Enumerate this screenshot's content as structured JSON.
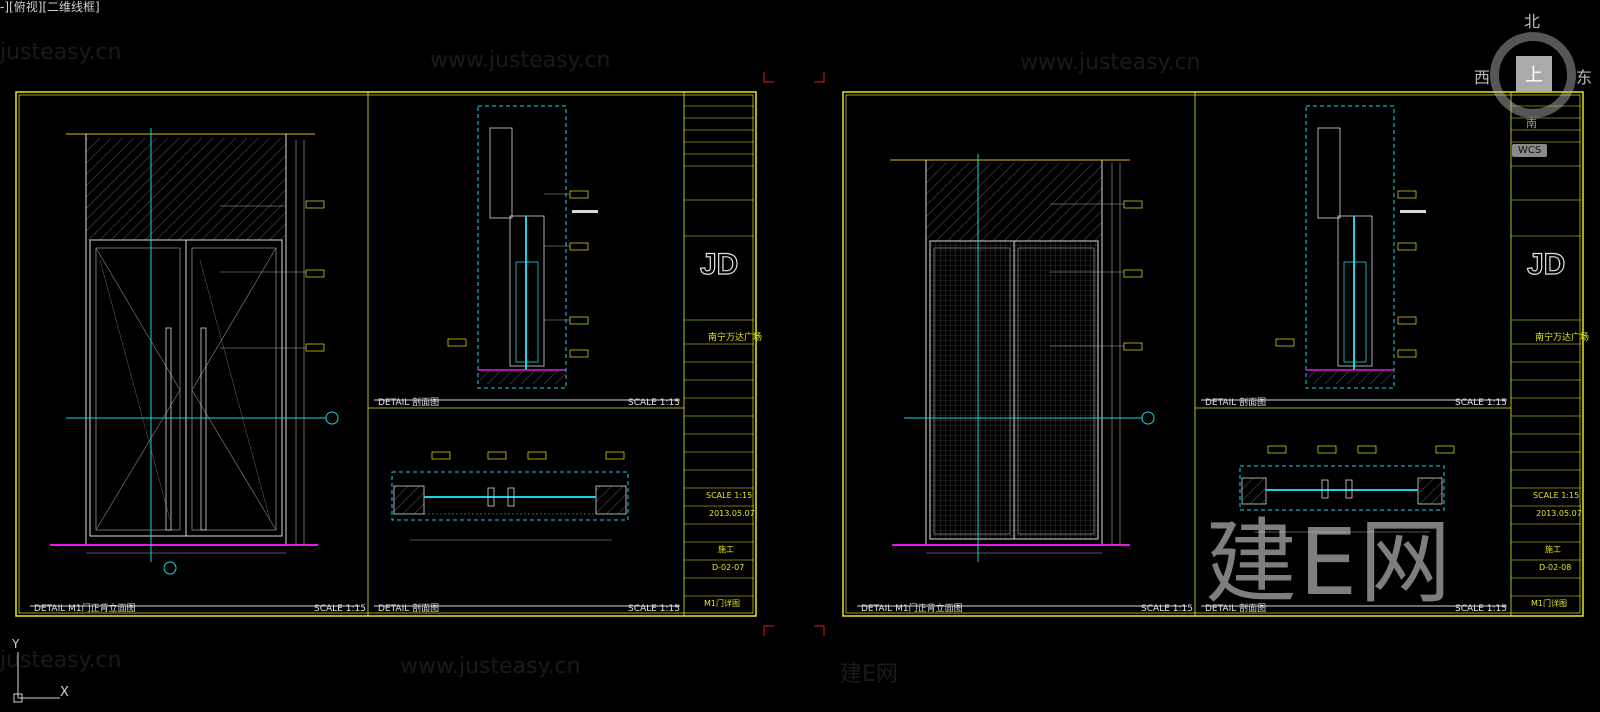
{
  "viewport": {
    "label": "-][俯视][二维线框]"
  },
  "viewcube": {
    "north": "北",
    "west": "西",
    "east": "东",
    "south": "南",
    "face": "上",
    "wcs": "WCS"
  },
  "watermarks": {
    "site": "www.justeasy.cn",
    "brand": "建E网",
    "short": "justeasy.cn",
    "big": "建E网"
  },
  "ucs": {
    "x": "X",
    "y": "Y"
  },
  "colors": {
    "frame": "#e6e61e",
    "cyan": "#19d2e6",
    "magenta": "#e619e6",
    "line": "#d8d8d8",
    "redmark": "#e61919"
  },
  "sheets": [
    {
      "elevation_title": "DETAIL M1门正背立面图",
      "section_top_title": "DETAIL 剖面图",
      "section_bottom_title": "DETAIL 剖面图",
      "scale": "SCALE 1:15",
      "project_name": "南宁万达广场",
      "title_scale": "SCALE 1:15",
      "date": "2013.05.07",
      "stage": "施工",
      "drawing_no": "D-02-07",
      "drawing_title": "M1门详图",
      "logo": "JD"
    },
    {
      "elevation_title": "DETAIL M1门正背立面图",
      "section_top_title": "DETAIL 剖面图",
      "section_bottom_title": "DETAIL 剖面图",
      "scale": "SCALE 1:15",
      "project_name": "南宁万达广场",
      "title_scale": "SCALE 1:15",
      "date": "2013.05.07",
      "stage": "施工",
      "drawing_no": "D-02-08",
      "drawing_title": "M1门详图",
      "logo": "JD"
    }
  ]
}
